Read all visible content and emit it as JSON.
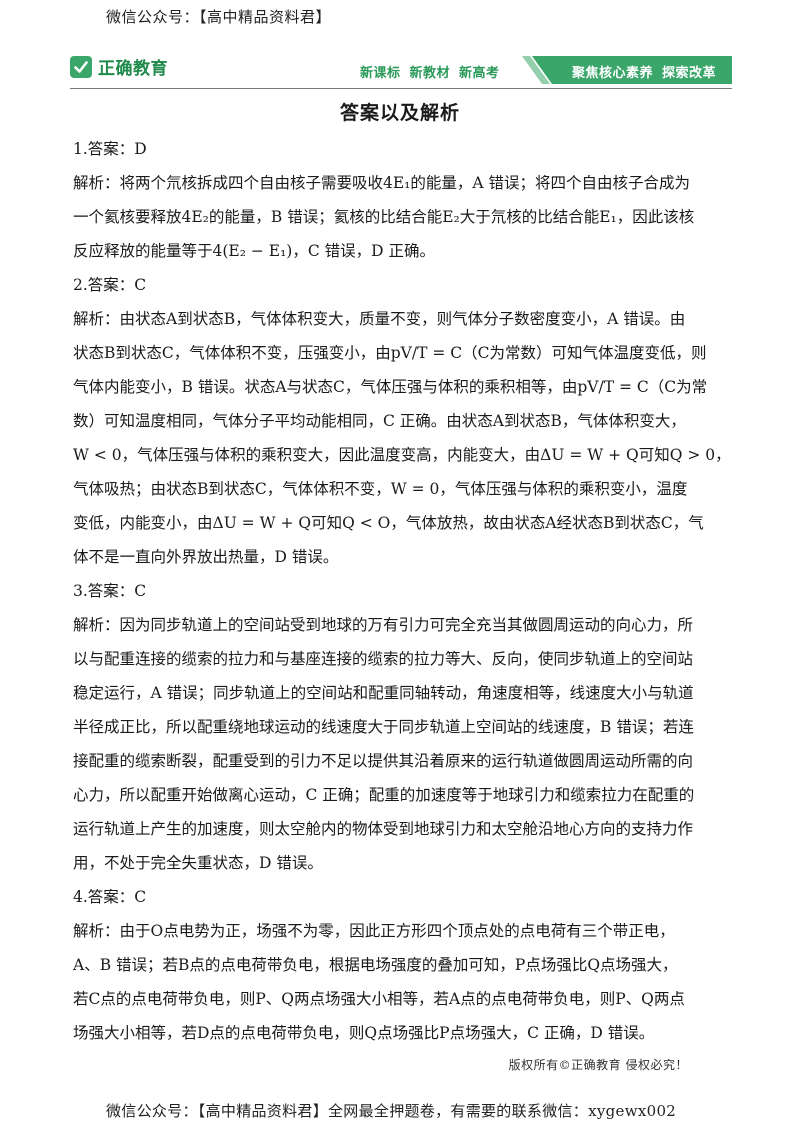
{
  "top_banner": "微信公众号：【高中精品资料君】",
  "header": {
    "logo_text": "正确教育",
    "slogan_left": "新课标 新教材 新高考",
    "slogan_right": "聚焦核心素养 探索改革",
    "colors": {
      "brand_green": "#2b9a5a",
      "banner_green": "#3aa66a"
    },
    "logo_icon": "check-icon"
  },
  "title": "答案以及解析",
  "answers": [
    {
      "heading": "1.答案：D",
      "lines": [
        "解析：将两个氘核拆成四个自由核子需要吸收4E₁的能量，A 错误；将四个自由核子合成为",
        "一个氦核要释放4E₂的能量，B 错误；氦核的比结合能E₂大于氘核的比结合能E₁，因此该核",
        "反应释放的能量等于4(E₂ − E₁)，C 错误，D 正确。"
      ]
    },
    {
      "heading": "2.答案：C",
      "lines": [
        "解析：由状态A到状态B，气体体积变大，质量不变，则气体分子数密度变小，A 错误。由",
        "状态B到状态C，气体体积不变，压强变小，由pV/T = C（C为常数）可知气体温度变低，则",
        "气体内能变小，B 错误。状态A与状态C，气体压强与体积的乘积相等，由pV/T = C（C为常",
        "数）可知温度相同，气体分子平均动能相同，C 正确。由状态A到状态B，气体体积变大，",
        "W < 0，气体压强与体积的乘积变大，因此温度变高，内能变大，由ΔU = W + Q可知Q > 0，",
        "气体吸热；由状态B到状态C，气体体积不变，W = 0，气体压强与体积的乘积变小，温度",
        "变低，内能变小，由ΔU = W + Q可知Q < O，气体放热，故由状态A经状态B到状态C，气",
        "体不是一直向外界放出热量，D 错误。"
      ]
    },
    {
      "heading": "3.答案：C",
      "lines": [
        "解析：因为同步轨道上的空间站受到地球的万有引力可完全充当其做圆周运动的向心力，所",
        "以与配重连接的缆索的拉力和与基座连接的缆索的拉力等大、反向，使同步轨道上的空间站",
        "稳定运行，A 错误；同步轨道上的空间站和配重同轴转动，角速度相等，线速度大小与轨道",
        "半径成正比，所以配重绕地球运动的线速度大于同步轨道上空间站的线速度，B 错误；若连",
        "接配重的缆索断裂，配重受到的引力不足以提供其沿着原来的运行轨道做圆周运动所需的向",
        "心力，所以配重开始做离心运动，C 正确；配重的加速度等于地球引力和缆索拉力在配重的",
        "运行轨道上产生的加速度，则太空舱内的物体受到地球引力和太空舱沿地心方向的支持力作",
        "用，不处于完全失重状态，D 错误。"
      ]
    },
    {
      "heading": "4.答案：C",
      "lines": [
        "解析：由于O点电势为正，场强不为零，因此正方形四个顶点处的点电荷有三个带正电，",
        "A、B 错误；若B点的点电荷带负电，根据电场强度的叠加可知，P点场强比Q点场强大，",
        "若C点的点电荷带负电，则P、Q两点场强大小相等，若A点的点电荷带负电，则P、Q两点",
        "场强大小相等，若D点的点电荷带负电，则Q点场强比P点场强大，C 正确，D 错误。"
      ]
    }
  ],
  "copyright": "版权所有©正确教育 侵权必究！",
  "footer": "微信公众号：【高中精品资料君】全网最全押题卷，有需要的联系微信：xygewx002"
}
